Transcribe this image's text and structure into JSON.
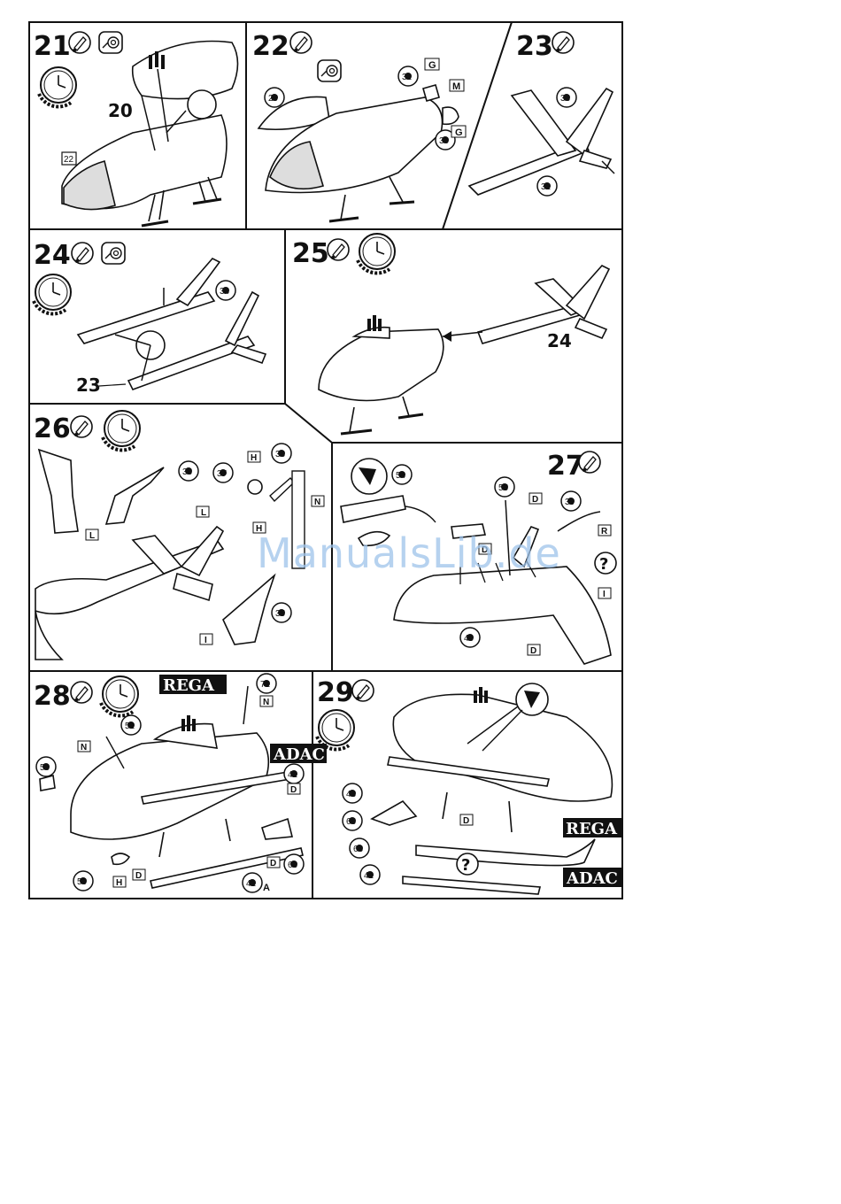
{
  "watermark": "ManualsLib.de",
  "steps": [
    {
      "num": "21",
      "parts": [
        "20",
        "22"
      ]
    },
    {
      "num": "22",
      "parts": [
        "29",
        "31",
        "30"
      ],
      "flags": [
        "G",
        "M",
        "G"
      ]
    },
    {
      "num": "23",
      "parts": [
        "33",
        "32"
      ]
    },
    {
      "num": "24",
      "parts": [
        "34",
        "23"
      ]
    },
    {
      "num": "25",
      "parts": [
        "24"
      ]
    },
    {
      "num": "26",
      "parts": [
        "36",
        "37",
        "38",
        "35"
      ],
      "flags": [
        "L",
        "H",
        "N",
        "H",
        "L",
        "I"
      ]
    },
    {
      "num": "27",
      "parts": [
        "54",
        "55",
        "39",
        "40"
      ],
      "flags": [
        "D",
        "R",
        "I",
        "D",
        "D"
      ],
      "question": "?"
    },
    {
      "num": "28",
      "parts": [
        "71",
        "51",
        "50",
        "42",
        "50",
        "66",
        "41"
      ],
      "flags": [
        "N",
        "N",
        "D",
        "H",
        "D",
        "D"
      ],
      "suffix": "A",
      "labels": [
        "REGA",
        "ADAC"
      ]
    },
    {
      "num": "29",
      "parts": [
        "43",
        "66",
        "68",
        "41"
      ],
      "flags": [
        "D"
      ],
      "question": "?",
      "labels": [
        "REGA",
        "ADAC"
      ]
    }
  ],
  "colors": {
    "ink": "#111111",
    "paper": "#ffffff",
    "watermark": "#9ec3ea"
  }
}
